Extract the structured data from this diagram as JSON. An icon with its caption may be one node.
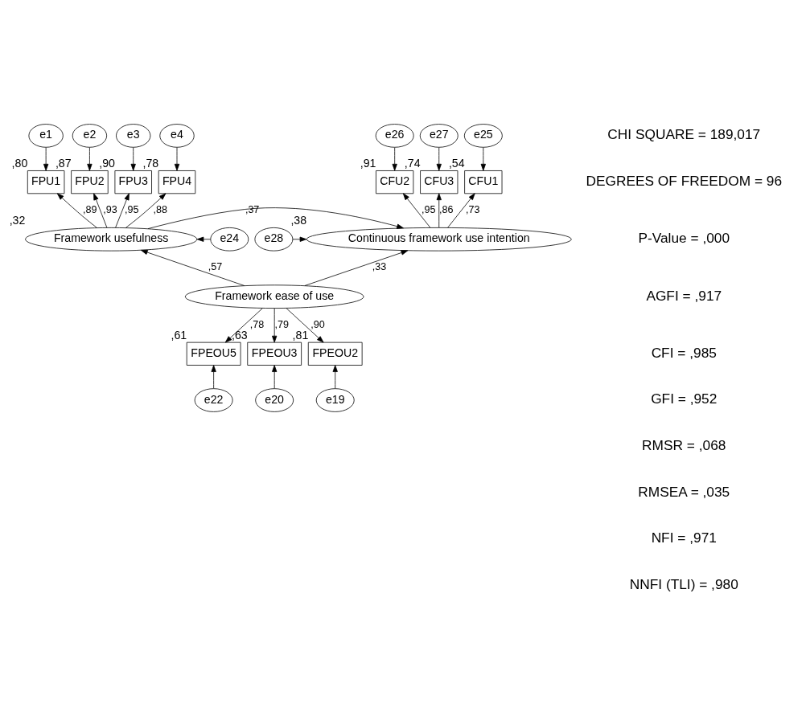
{
  "diagram": {
    "nodes": [
      {
        "text": [
          "e1"
        ]
      },
      {
        "text": [
          "e2"
        ]
      },
      {
        "text": [
          "e3"
        ]
      },
      {
        "text": [
          "e4"
        ]
      },
      {
        "text": [
          "e25"
        ]
      },
      {
        "text": [
          "e26"
        ]
      },
      {
        "text": [
          "e27"
        ]
      },
      {
        "text": [
          "FPU1"
        ],
        "beside": [
          ",80"
        ]
      },
      {
        "text": [
          "FPU2"
        ],
        "beside": [
          ",87"
        ]
      },
      {
        "text": [
          "FPU3"
        ],
        "beside": [
          ",90"
        ]
      },
      {
        "text": [
          "FPU4"
        ],
        "beside": [
          ",78"
        ]
      },
      {
        "text": [
          "CFU1"
        ],
        "beside": [
          ",54"
        ]
      },
      {
        "text": [
          "CFU2"
        ],
        "beside": [
          ",91"
        ]
      },
      {
        "text": [
          "CFU3"
        ],
        "beside": [
          ",74"
        ]
      },
      {
        "text": [
          "e24"
        ]
      },
      {
        "text": [
          "Framework usefulness"
        ],
        "beside": [
          ",32"
        ]
      },
      {
        "text": [
          "Continuous framework use intention"
        ],
        "beside": [
          ",38"
        ]
      },
      {
        "text": [
          "e28"
        ]
      },
      {
        "text": [
          "Framework ease of use"
        ]
      },
      {
        "text": [
          "FPEOU5"
        ],
        "beside": [
          ",61"
        ]
      },
      {
        "text": [
          "FPEOU3"
        ],
        "beside": [
          ",63"
        ]
      },
      {
        "text": [
          "FPEOU2"
        ],
        "beside": [
          ",81"
        ]
      },
      {
        "text": [
          "e22"
        ]
      },
      {
        "text": [
          "e20"
        ]
      },
      {
        "text": [
          "e19"
        ]
      }
    ],
    "edges": [
      {
        "from": 0,
        "to": 7,
        "arrow": "to"
      },
      {
        "from": 1,
        "to": 8,
        "arrow": "to"
      },
      {
        "from": 2,
        "to": 9,
        "arrow": "to"
      },
      {
        "from": 3,
        "to": 10,
        "arrow": "to"
      },
      {
        "from": 4,
        "to": 11,
        "arrow": "to"
      },
      {
        "from": 5,
        "to": 12,
        "arrow": "to"
      },
      {
        "from": 6,
        "to": 13,
        "arrow": "to"
      },
      {
        "from": 15,
        "to": 7,
        "arrow": "to",
        "label": ",89"
      },
      {
        "from": 15,
        "to": 8,
        "arrow": "to",
        "label": ",93"
      },
      {
        "from": 15,
        "to": 9,
        "arrow": "to",
        "label": ",95"
      },
      {
        "from": 15,
        "to": 10,
        "arrow": "to",
        "label": ",88"
      },
      {
        "from": 16,
        "to": 11,
        "arrow": "to",
        "label": ",73"
      },
      {
        "from": 16,
        "to": 12,
        "arrow": "to",
        "label": ",95"
      },
      {
        "from": 16,
        "to": 13,
        "arrow": "to",
        "label": ",86"
      },
      {
        "from": 14,
        "to": 15,
        "arrow": "to"
      },
      {
        "from": 15,
        "to": 16,
        "arrow": "to",
        "label": ",37"
      },
      {
        "from": 17,
        "to": 16,
        "arrow": "to"
      },
      {
        "from": 18,
        "to": 15,
        "arrow": "to",
        "label": ",57"
      },
      {
        "from": 18,
        "to": 16,
        "arrow": "to",
        "label": ",33"
      },
      {
        "from": 18,
        "to": 19,
        "arrow": "to",
        "label": ",78"
      },
      {
        "from": 18,
        "to": 20,
        "arrow": "to",
        "label": ",79"
      },
      {
        "from": 18,
        "to": 21,
        "arrow": "to",
        "label": ",90"
      },
      {
        "from": 22,
        "to": 19,
        "arrow": "to"
      },
      {
        "from": 23,
        "to": 20,
        "arrow": "to"
      },
      {
        "from": 24,
        "to": 21,
        "arrow": "to"
      }
    ],
    "labels": [
      "CHI SQUARE = 189,017",
      "DEGREES OF FREEDOM = 96",
      "P-Value = ,000",
      "AGFI = ,917",
      "CFI = ,985",
      "GFI = ,952",
      "RMSR = ,068",
      "RMSEA = ,035",
      "NFI = ,971",
      "NNFI (TLI) = ,980"
    ]
  }
}
